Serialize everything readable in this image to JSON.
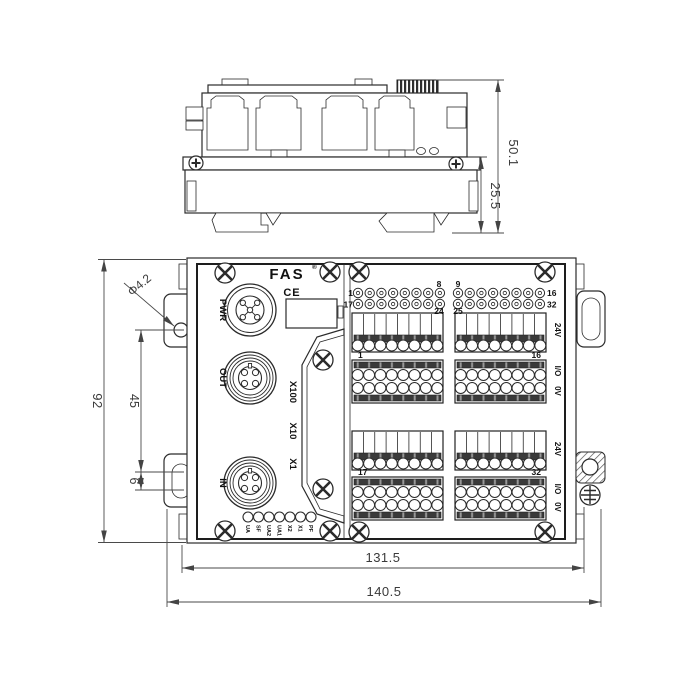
{
  "dims": {
    "side_total": "50.1",
    "side_lower": "25.5",
    "height": "92",
    "hole_pitch": "45",
    "slot_offset": "6",
    "hole_dia": "Φ4.2",
    "width_inner": "131.5",
    "width_outer": "140.5"
  },
  "front": {
    "brand": "FAS",
    "reg": "®",
    "ce": "CE",
    "ports": {
      "pwr": "PWR",
      "out": "OUT",
      "in": "IN"
    },
    "addr": {
      "x100": "X100",
      "x10": "X10",
      "x1": "X1"
    },
    "status_leds": [
      "UA",
      "SF",
      "UA2",
      "UA1",
      "X2",
      "X1",
      "PF"
    ],
    "leds": {
      "r1_start": "1",
      "r1_m1": "8",
      "r1_m2": "9",
      "r1_end": "16",
      "r2_start": "17",
      "r2_m1": "24",
      "r2_m2": "25",
      "r2_end": "32"
    },
    "terms": {
      "b1_start": "1",
      "b1_end": "16",
      "b2_start": "17",
      "b2_end": "32",
      "v24": "24V",
      "io": "I/O",
      "v0": "0V"
    }
  }
}
